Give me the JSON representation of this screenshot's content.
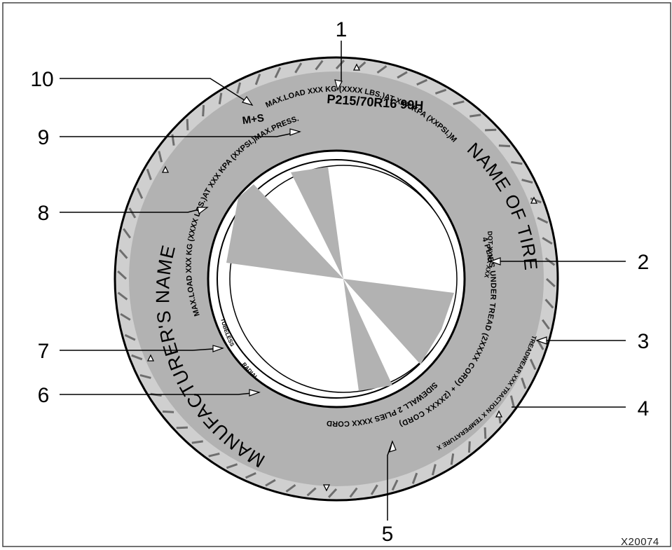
{
  "callouts": [
    "1",
    "2",
    "3",
    "4",
    "5",
    "6",
    "7",
    "8",
    "9",
    "10"
  ],
  "tire_markings": {
    "size": "P215/70R16  99H",
    "mud_snow": "M+S",
    "max_pressure": "MAX.LOAD XXX KG (XXXX LBS.)AT XXX KPA (XXPSI.)MAX.PRESS.",
    "manufacturer": "MANUFACTURER'S NAME",
    "tire_name": "NAME OF TIRE",
    "dot": "DOT  XXXX  XXX  XXXX",
    "plies_tread": "4  PLIES  UNDER  TREAD (2XXXX  CORD) + (2XXXX CORD)",
    "sidewall": "SIDEWALL 2 PLIES XXXX CORD",
    "utqg": "TREADWEAR XXX TRACTION X TEMPERATURE X",
    "tubeless": "TUBELESS",
    "radial": "RADIAL"
  },
  "figure_code": "X20074",
  "colors": {
    "tire_fill": "#b2b2b2",
    "shoulder": "#cfcfcf",
    "tread_marks": "#6e6e6e",
    "outline": "#000000",
    "wheel_gray": "#b2b2b2"
  }
}
